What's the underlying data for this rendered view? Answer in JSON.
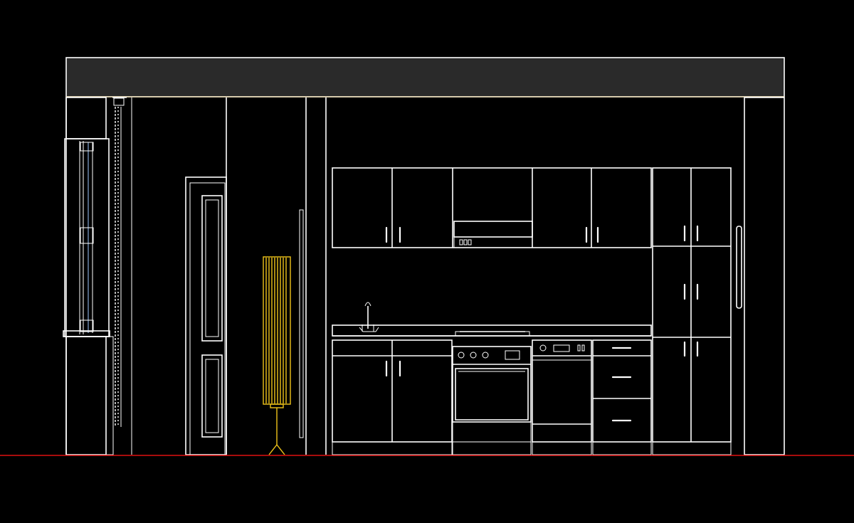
{
  "drawing": {
    "colors": {
      "background": "#000000",
      "linework": "#ffffff",
      "ceiling_fill": "#2a2a2a",
      "ceiling_edge": "#e8d8b0",
      "floor_line": "#e01010",
      "lamp": "#f0c419",
      "window_glass": "#9ec8ff"
    },
    "elements": [
      {
        "name": "ceiling-soffit"
      },
      {
        "name": "left-wall-hatched"
      },
      {
        "name": "right-wall-hatched"
      },
      {
        "name": "window-section"
      },
      {
        "name": "curtain"
      },
      {
        "name": "panel-door"
      },
      {
        "name": "floor-lamp"
      },
      {
        "name": "wall-cabinets"
      },
      {
        "name": "range-hood"
      },
      {
        "name": "sink-faucet"
      },
      {
        "name": "cooktop"
      },
      {
        "name": "oven"
      },
      {
        "name": "dishwasher"
      },
      {
        "name": "drawer-stack"
      },
      {
        "name": "tall-pantry-cabinet"
      },
      {
        "name": "wall-pull-handle"
      },
      {
        "name": "floor-line"
      }
    ]
  }
}
